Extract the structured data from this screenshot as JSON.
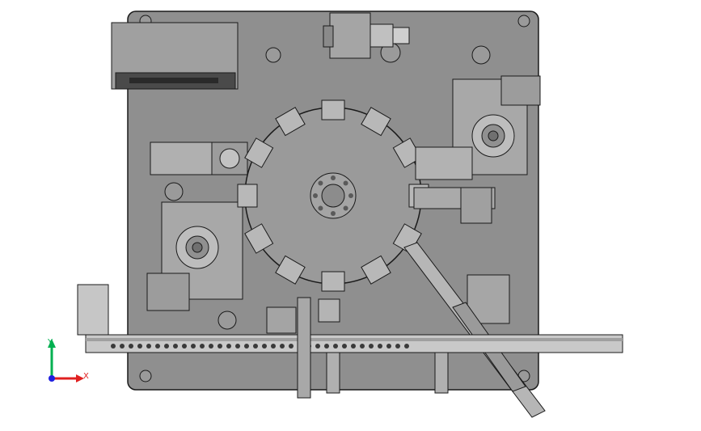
{
  "viewport": {
    "background": "#ffffff",
    "plate_color": "#8f8f8f",
    "part_color": "#b4b4b4",
    "dark_color": "#5a5a5a",
    "edge_color": "#1a1a1a"
  },
  "triad": {
    "y_label": "Y",
    "x_label": "X",
    "y_color": "#00b050",
    "x_color": "#e02020",
    "z_color": "#2020e0"
  },
  "rotary_table": {
    "station_count": 12
  },
  "conveyor": {
    "pocket_count": 34
  }
}
